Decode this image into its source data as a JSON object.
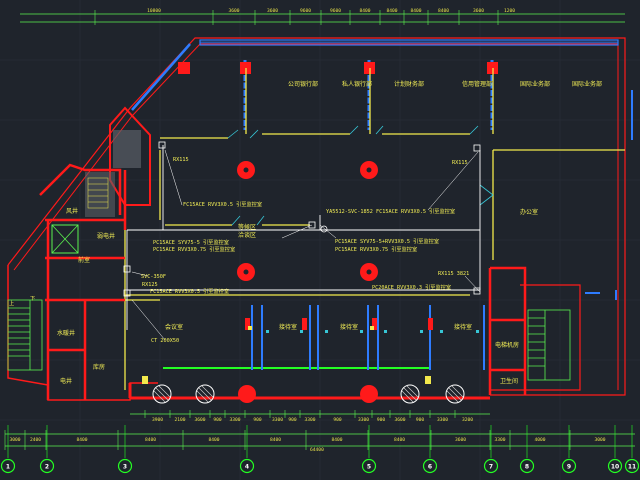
{
  "colors": {
    "background": "#1f242c",
    "wall_red": "#ff1a1a",
    "window_blue": "#2e7cff",
    "column_yellow": "#f2e94c",
    "dimension_green": "#5bf24f",
    "axis_green": "#24ff24",
    "leader_white": "#ffffff",
    "text_yellow": "#f3ee56"
  },
  "room_labels": {
    "corporate_bank": "公司银行部",
    "private_bank": "私人银行部",
    "planning_finance": "计划财务部",
    "credit_mgmt": "信用管理部",
    "intl_business_1": "国际业务部",
    "intl_business_2": "国际业务部",
    "office": "办公室",
    "stair_well": "风井",
    "elevator_room": "弱电井",
    "front_room": "前室",
    "water_shaft": "水暖井",
    "electric_shaft": "电井",
    "storage": "库房",
    "lobby_meeting": "会议室",
    "pantry_left": "接待室",
    "pantry_mid": "接待室",
    "pantry_right": "接待室",
    "electric_room_r": "电梯机房",
    "toilet_right": "卫生间",
    "shared_area_1": "等候区",
    "shared_area_2": "洽谈区"
  },
  "annotations": {
    "rx115_a": "RX115",
    "rx115_b": "RX115",
    "cable_a": "FC15ACE RVV3X0.5 引至监控室",
    "cable_b": "YA5512-SVC-1852",
    "cable_c": "FC15ACE RVV3X0.5 引至监控室",
    "cable_d1": "PC15ACE SYV75-5 引至监控室",
    "cable_d2": "PC15ACE RVV3X0.75 引至监控室",
    "cable_e1": "PC15ACE SYV75-5+RVV3X0.5 引至监控室",
    "cable_e2": "PC15ACE RVV3X0.75 引至监控室",
    "svc": "SVC-350F",
    "rx125": "RX125",
    "cable_f": "FC15ACE RVV3X0.5 引至监控室",
    "rx115_c": "RX115 3821",
    "cable_g": "PC20ACE RVV3X0.3 引至监控室",
    "ct": "CT 200X50",
    "up": "上",
    "down": "下"
  },
  "top_dimensions": [
    "10800",
    "3600",
    "3600",
    "9600",
    "9600",
    "8400",
    "8400",
    "8400",
    "8400",
    "3600",
    "1200"
  ],
  "bottom_dimensions_inner": [
    "3900",
    "2100",
    "3600",
    "900",
    "3300",
    "900",
    "3300",
    "900",
    "3300",
    "900",
    "3300",
    "900",
    "3600",
    "900",
    "3300",
    "3200"
  ],
  "bottom_dimensions_outer": [
    "3000",
    "2400",
    "8400",
    "8400",
    "8400",
    "8400",
    "8400",
    "8400",
    "3600",
    "3300",
    "4000",
    "3000"
  ],
  "total_dimension": "64400",
  "axes": [
    "1",
    "2",
    "3",
    "4",
    "5",
    "6",
    "7",
    "8",
    "9",
    "10",
    "11"
  ]
}
